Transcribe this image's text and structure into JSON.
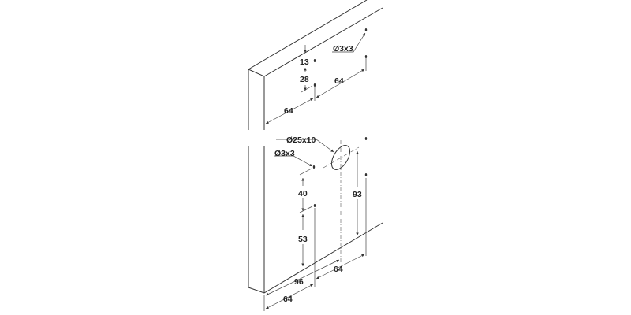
{
  "drawing": {
    "upper_hole_label": "Ø3x3",
    "cup_label": "Ø25x10",
    "lower_hole_label": "Ø3x3",
    "dimensions": {
      "upper_top_offset": "13",
      "upper_spacing": "28",
      "upper_horizontal_spacing": "64",
      "upper_edge_distance": "64",
      "lower_vertical_spacing": "40",
      "lower_bottom_offset": "53",
      "cup_height": "93",
      "lower_horizontal_spacing": "64",
      "cup_edge_distance": "96",
      "lower_edge_distance": "64"
    }
  }
}
